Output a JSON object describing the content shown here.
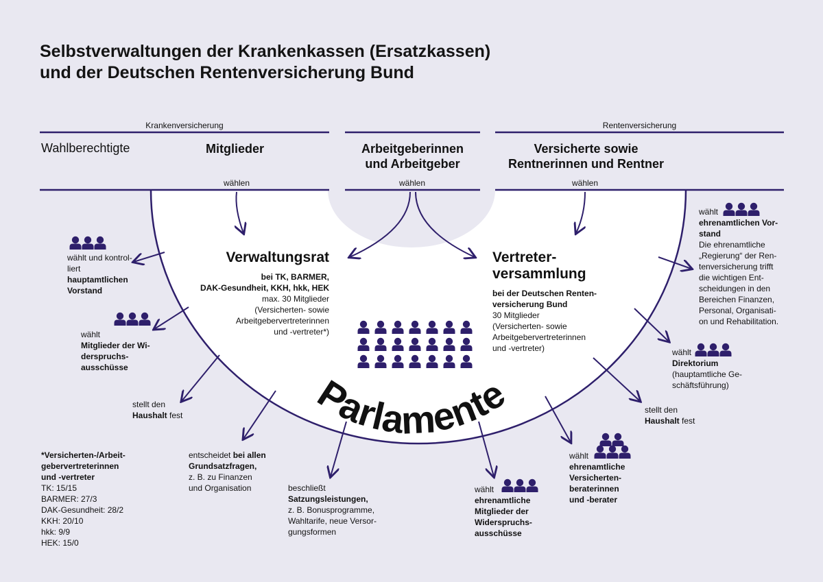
{
  "title": {
    "line1": "Selbstverwaltungen der Krankenkassen (Ersatzkassen)",
    "line2": "und der Deutschen Rentenversicherung Bund"
  },
  "header": {
    "krankenversicherung": "Krankenversicherung",
    "rentenversicherung": "Rentenversicherung",
    "wahlberechtigte": "Wahlberechtigte",
    "mitglieder": "Mitglieder",
    "arbeitgeber": [
      "Arbeitgeberinnen",
      "und Arbeitgeber"
    ],
    "versicherte": [
      "Versicherte sowie",
      "Rentnerinnen und Rentner"
    ],
    "waehlen": "wählen"
  },
  "center": {
    "word": "Parlamente",
    "verwaltungsrat": {
      "title": "Verwaltungsrat",
      "bold": [
        "bei TK, BARMER,",
        "DAK-Gesundheit, KKH, hkk, HEK"
      ],
      "text": [
        "max. 30 Mitglieder",
        "(Versicherten- sowie",
        "Arbeitgebervertreterinnen",
        "und -vertreter*)"
      ]
    },
    "vertreter": {
      "title": [
        "Vertreter-",
        "versammlung"
      ],
      "bold": [
        "bei der Deutschen Renten-",
        "versicherung Bund"
      ],
      "text": [
        "30 Mitglieder",
        "(Versicherten- sowie",
        "Arbeitgebervertreterinnen",
        "und -vertreter)"
      ]
    }
  },
  "notes": {
    "vorstand_left": {
      "plain": [
        "wählt und kontrol-",
        "liert"
      ],
      "bold": [
        "hauptamtlichen",
        "Vorstand"
      ]
    },
    "widerspruch_left": {
      "plain": [
        "wählt"
      ],
      "bold": [
        "Mitglieder der Wi-",
        "derspruchs-",
        "ausschüsse"
      ]
    },
    "haushalt_left": {
      "plain": [
        "stellt den"
      ],
      "bold": "Haushalt",
      "after": " fest"
    },
    "grundsatz": {
      "plain": "entscheidet ",
      "bold1": "bei allen",
      "bold2": "Grundsatzfragen,",
      "rest": [
        "z. B. zu Finanzen",
        "und Organisation"
      ]
    },
    "satzung": {
      "plain": "beschließt",
      "bold": "Satzungsleistungen,",
      "rest": [
        "z. B. Bonusprogramme,",
        "Wahltarife, neue Versor-",
        "gungsformen"
      ]
    },
    "ehren_widerspruch": {
      "plain": "wählt",
      "bold": [
        "ehrenamtliche",
        "Mitglieder der",
        "Widerspruchs-",
        "ausschüsse"
      ]
    },
    "berater": {
      "plain": "wählt",
      "bold": [
        "ehrenamtliche",
        "Versicherten-",
        "beraterinnen",
        "und -berater"
      ]
    },
    "haushalt_right": {
      "plain": "stellt den",
      "bold": "Haushalt",
      "after": " fest"
    },
    "direktorium": {
      "plain": "wählt",
      "bold": "Direktorium",
      "rest": [
        "(hauptamtliche Ge-",
        "schäftsführung)"
      ]
    },
    "ehren_vorstand": {
      "plain": "wählt",
      "bold": [
        "ehrenamtlichen Vor-",
        "stand"
      ],
      "rest": [
        "Die ehrenamtliche",
        "„Regierung“ der Ren-",
        "tenversicherung trifft",
        "die wichtigen Ent-",
        "scheidungen in den",
        "Bereichen Finanzen,",
        "Personal, Organisati-",
        "on und Rehabilitation."
      ]
    },
    "footnote": {
      "bold": [
        "*Versicherten-/Arbeit-",
        "gebervertreterinnen",
        "und -vertreter"
      ],
      "rows": [
        "TK: 15/15",
        "BARMER: 27/3",
        "DAK-Gesundheit: 28/2",
        "KKH: 20/10",
        "hkk: 9/9",
        "HEK: 15/0"
      ]
    }
  },
  "colors": {
    "background": "#e9e8f1",
    "accent": "#2e1f6b",
    "white": "#ffffff",
    "text": "#111111"
  }
}
